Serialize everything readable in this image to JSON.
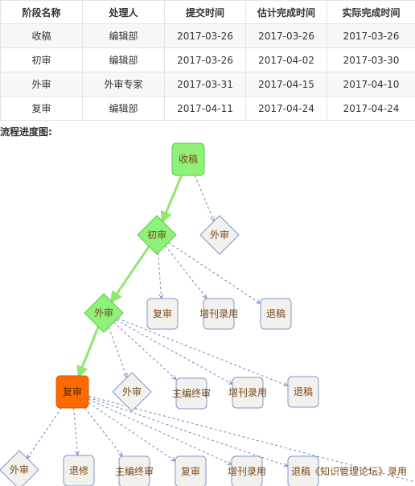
{
  "table": {
    "headers": [
      "阶段名称",
      "处理人",
      "提交时间",
      "估计完成时间",
      "实际完成时间"
    ],
    "rows": [
      [
        "收稿",
        "编辑部",
        "2017-03-26",
        "2017-03-26",
        "2017-03-26"
      ],
      [
        "初审",
        "编辑部",
        "2017-03-26",
        "2017-04-02",
        "2017-03-30"
      ],
      [
        "外审",
        "外审专家",
        "2017-03-31",
        "2017-04-15",
        "2017-04-10"
      ],
      [
        "复审",
        "编辑部",
        "2017-04-11",
        "2017-04-24",
        "2017-04-24"
      ]
    ]
  },
  "flow_title": "流程进度图:",
  "flow": {
    "colors": {
      "done_fill": "#8ff07a",
      "done_stroke": "#5fc84e",
      "current_fill": "#ff6a00",
      "current_stroke": "#d95500",
      "pending_fill": "#f3f1ee",
      "pending_stroke": "#7e96c8",
      "active_edge": "#8ee86f",
      "option_edge": "#6f86bf"
    },
    "nodes": {
      "receive": {
        "label": "收稿",
        "state": "done",
        "shape": "rect"
      },
      "first_review": {
        "label": "初审",
        "state": "done",
        "shape": "diamond"
      },
      "external_1": {
        "label": "外审",
        "state": "pending",
        "shape": "diamond"
      },
      "external_review": {
        "label": "外审",
        "state": "done",
        "shape": "diamond"
      },
      "re_review_1": {
        "label": "复审",
        "state": "pending",
        "shape": "rect"
      },
      "supplement_1": {
        "label": "增刊录用",
        "state": "pending",
        "shape": "rect"
      },
      "reject_1": {
        "label": "退稿",
        "state": "pending",
        "shape": "rect"
      },
      "re_review": {
        "label": "复审",
        "state": "current",
        "shape": "rect"
      },
      "external_2": {
        "label": "外审",
        "state": "pending",
        "shape": "diamond"
      },
      "chief_1": {
        "label": "主编终审",
        "state": "pending",
        "shape": "rect"
      },
      "supplement_2": {
        "label": "增刊录用",
        "state": "pending",
        "shape": "rect"
      },
      "reject_2": {
        "label": "退稿",
        "state": "pending",
        "shape": "rect"
      },
      "external_3": {
        "label": "外审",
        "state": "pending",
        "shape": "diamond"
      },
      "revise": {
        "label": "退修",
        "state": "pending",
        "shape": "rect"
      },
      "chief_2": {
        "label": "主编终审",
        "state": "pending",
        "shape": "rect"
      },
      "re_review_2": {
        "label": "复审",
        "state": "pending",
        "shape": "rect"
      },
      "supplement_3": {
        "label": "增刊录用",
        "state": "pending",
        "shape": "rect"
      },
      "reject_forum": {
        "label": "退稿《知识管理论坛》录用",
        "state": "pending",
        "shape": "rect"
      }
    }
  }
}
